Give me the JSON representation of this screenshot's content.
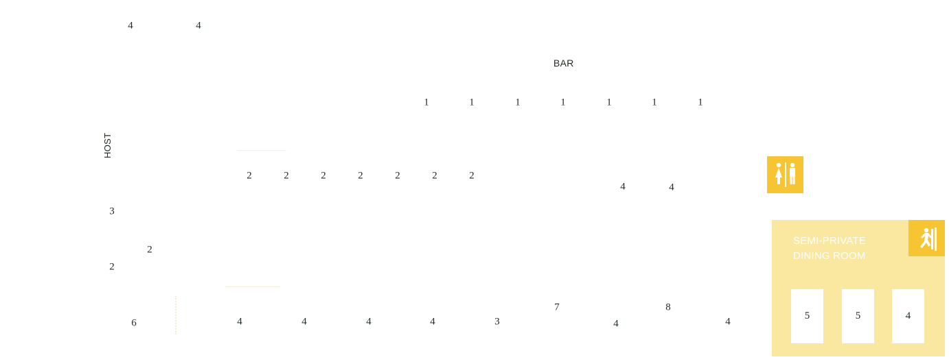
{
  "floor": {
    "top_tables": [
      "4",
      "4"
    ],
    "bar_label": "BAR",
    "bar_seats": [
      "1",
      "1",
      "1",
      "1",
      "1",
      "1",
      "1"
    ],
    "host_label": "HOST",
    "row2_tables": [
      "2",
      "2",
      "2",
      "2",
      "2",
      "2",
      "2"
    ],
    "mid_right_tables": [
      "4",
      "4"
    ],
    "left_tables": [
      "3",
      "2",
      "2"
    ],
    "bottom_row": [
      "6",
      "4",
      "4",
      "4",
      "4",
      "3",
      "7",
      "4",
      "8",
      "4"
    ],
    "semi_private": {
      "title_line1": "SEMI-PRIVATE",
      "title_line2": "DINING ROOM",
      "tables": [
        "5",
        "5",
        "4"
      ]
    }
  },
  "icons": {
    "restroom": "restroom-icon",
    "exit": "emergency-exit-icon"
  },
  "colors": {
    "accent": "#f7c531",
    "room_fill": "#fae7a0",
    "text": "#1f2a1f"
  }
}
